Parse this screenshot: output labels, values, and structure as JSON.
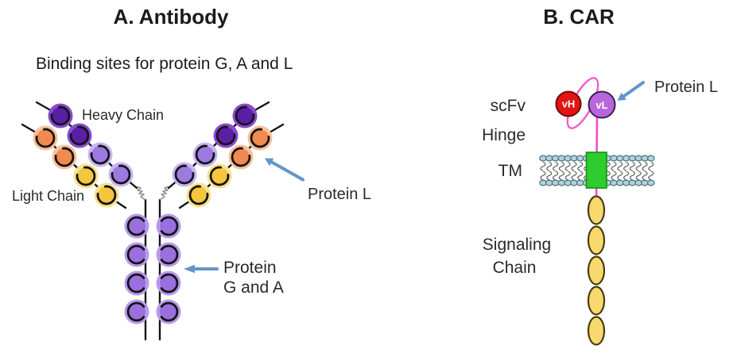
{
  "panels": {
    "a": {
      "title": "A. Antibody",
      "subtitle": "Binding sites for protein G, A and L",
      "heavy_chain_label": "Heavy Chain",
      "light_chain_label": "Light Chain",
      "protein_l_label": "Protein L",
      "protein_ga_label_line1": "Protein",
      "protein_ga_label_line2": "G and A"
    },
    "b": {
      "title": "B. CAR",
      "scfv_label": "scFv",
      "hinge_label": "Hinge",
      "tm_label": "TM",
      "signaling_label_line1": "Signaling",
      "signaling_label_line2": "Chain",
      "protein_l_label": "Protein L",
      "vh_label": "vH",
      "vl_label": "vL"
    }
  },
  "colors": {
    "background": "#ffffff",
    "text": "#1b1b1b",
    "arrow_blue": "#6495c8",
    "chain_line": "#151515",
    "disulfide_gray": "#8f8f8f",
    "heavy_dark_main": "#5b1fa6",
    "heavy_dark_halo": "#8a4ad2",
    "heavy_light_main": "#9d7ae2",
    "heavy_light_halo": "#c9b5f2",
    "light_orange_main": "#f08a50",
    "light_orange_halo": "#f7c197",
    "light_yellow_main": "#f3c63e",
    "light_yellow_halo": "#f9e18c",
    "stem_main": "#9b6fe0",
    "stem_halo": "#b79bec",
    "vh_red": "#e21414",
    "vh_red_outline": "#6e0a0a",
    "vl_purple": "#b766dd",
    "vl_purple_outline": "#3a2050",
    "scfv_loop_pink": "#ee5fc4",
    "hinge_pink": "#f04fc8",
    "tm_green": "#2ecc2e",
    "tm_green_outline": "#169016",
    "membrane_head_fill": "#b5d2da",
    "membrane_head_outline": "#44707e",
    "membrane_tail": "#5c5c5c",
    "signaling_yellow": "#f7d96e",
    "signaling_outline": "#4a3c12",
    "chip_text": "#ffffff"
  }
}
